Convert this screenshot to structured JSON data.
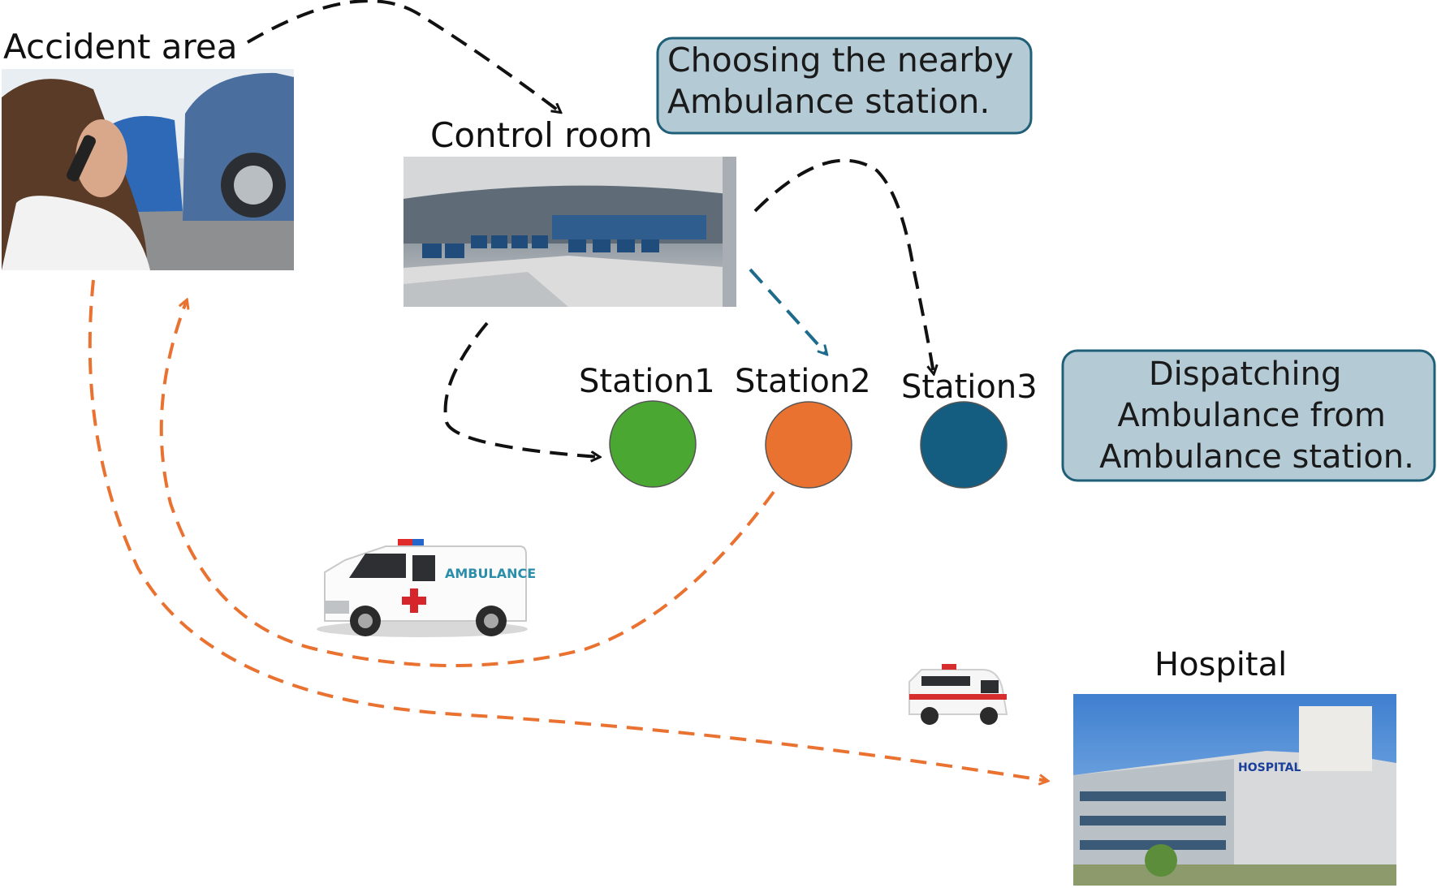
{
  "labels": {
    "accident_area": "Accident area",
    "control_room": "Control room",
    "station1": "Station1",
    "station2": "Station2",
    "station3": "Station3",
    "hospital": "Hospital",
    "ambulance_van_text": "AMBULANCE",
    "hospital_sign": "HOSPITAL"
  },
  "callouts": {
    "choosing": [
      "Choosing the nearby",
      "Ambulance station."
    ],
    "dispatching": [
      "Dispatching",
      "Ambulance from",
      "Ambulance station."
    ]
  },
  "colors": {
    "station1": "#4aa832",
    "station2": "#ea7231",
    "station3": "#145c80",
    "callout_fill": "#b4cbd6",
    "callout_border": "#1f5f78",
    "arrow_black": "#111111",
    "arrow_orange": "#ea7231",
    "arrow_blue": "#1e6b8c"
  },
  "icons": {
    "accident_photo": "accident-photo-icon",
    "control_room_photo": "control-room-photo-icon",
    "ambulance_van": "ambulance-van-icon",
    "ambulance_small": "ambulance-small-icon",
    "hospital_photo": "hospital-photo-icon"
  }
}
